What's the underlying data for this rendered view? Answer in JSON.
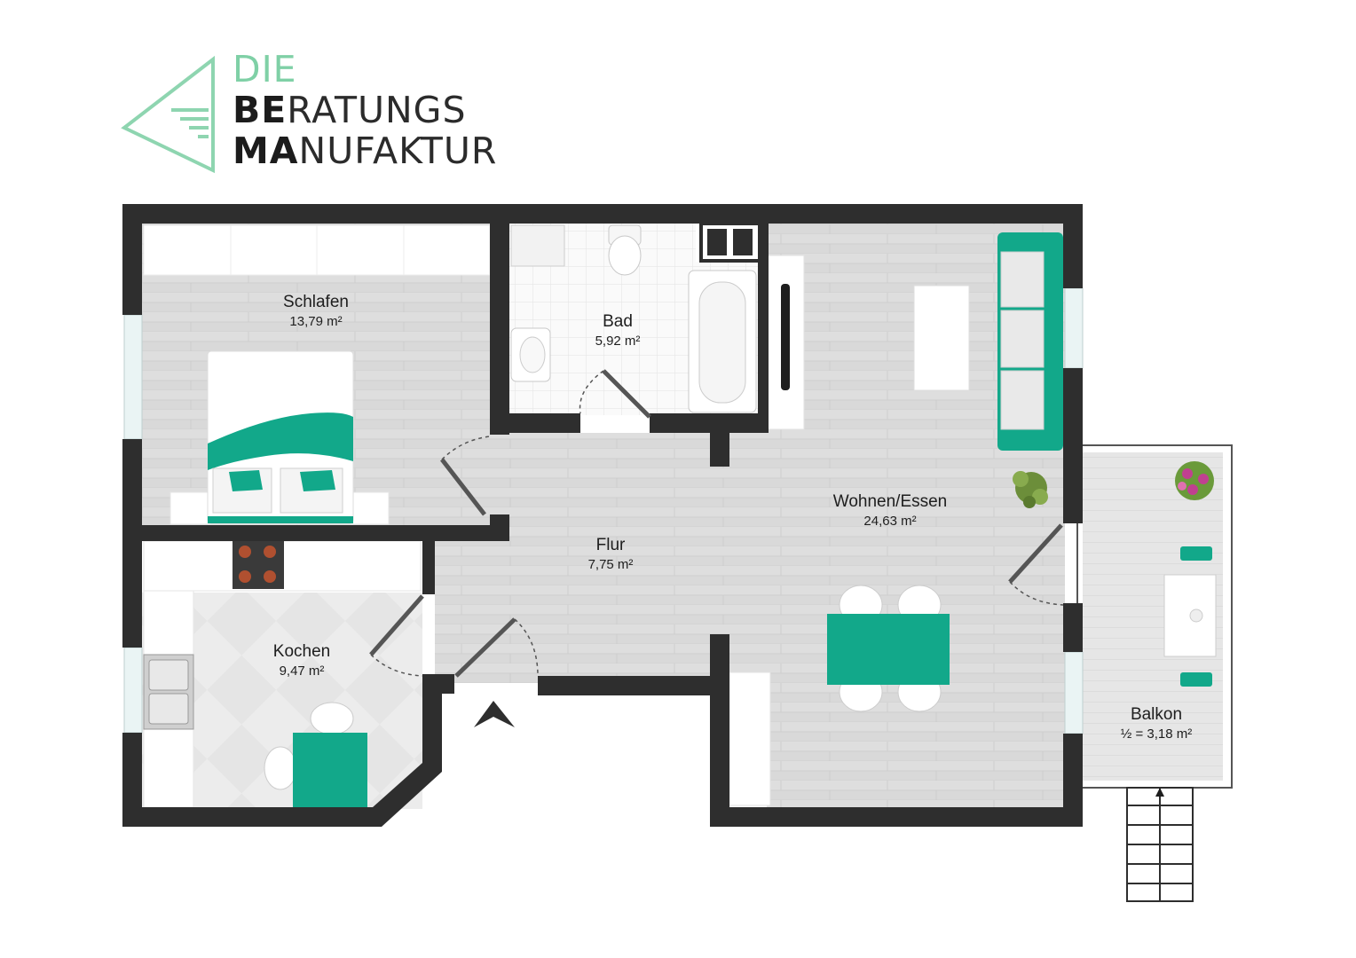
{
  "logo": {
    "line1": "DIE",
    "line2_bold": "BE",
    "line2_rest": "RATUNGS",
    "line3_bold": "MA",
    "line3_rest": "NUFAKTUR"
  },
  "rooms": {
    "schlafen": {
      "name": "Schlafen",
      "area": "13,79 m²"
    },
    "bad": {
      "name": "Bad",
      "area": "5,92 m²"
    },
    "wohnen": {
      "name": "Wohnen/Essen",
      "area": "24,63 m²"
    },
    "flur": {
      "name": "Flur",
      "area": "7,75 m²"
    },
    "kochen": {
      "name": "Kochen",
      "area": "9,47 m²"
    },
    "balkon": {
      "name": "Balkon",
      "area": "½ = 3,18 m²"
    }
  },
  "colors": {
    "wall": "#2e2e2e",
    "floor": "#dcdcdc",
    "accent": "#12a88a",
    "logo_green": "#7fd0a6"
  },
  "icons": [
    "logo-triangle-icon",
    "entrance-arrow-icon",
    "stairs-arrow-icon",
    "plant-icon",
    "flower-icon",
    "stove-icon",
    "sink-icon",
    "toilet-icon",
    "bathtub-icon",
    "washbasin-icon",
    "tv-icon"
  ]
}
